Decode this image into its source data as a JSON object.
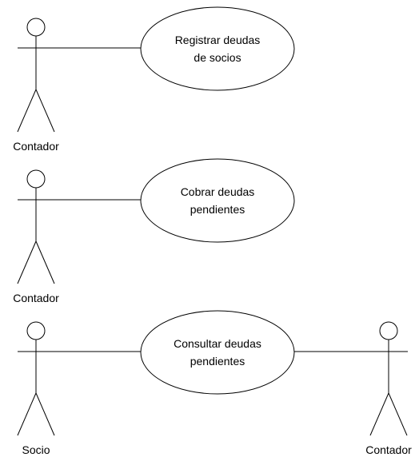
{
  "diagram_type": "use-case",
  "colors": {
    "stroke": "#000000",
    "background": "#ffffff",
    "text": "#000000"
  },
  "actors": [
    {
      "label": "Contador"
    },
    {
      "label": "Contador"
    },
    {
      "label": "Socio"
    },
    {
      "label": "Contador"
    }
  ],
  "use_cases": [
    {
      "lines": [
        "Registrar deudas",
        "de socios"
      ]
    },
    {
      "lines": [
        "Cobrar deudas",
        "pendientes"
      ]
    },
    {
      "lines": [
        "Consultar deudas",
        "pendientes"
      ]
    }
  ],
  "associations": [
    {
      "actor": 0,
      "use_case": 0
    },
    {
      "actor": 1,
      "use_case": 1
    },
    {
      "actor": 2,
      "use_case": 2
    },
    {
      "actor": 3,
      "use_case": 2
    }
  ]
}
